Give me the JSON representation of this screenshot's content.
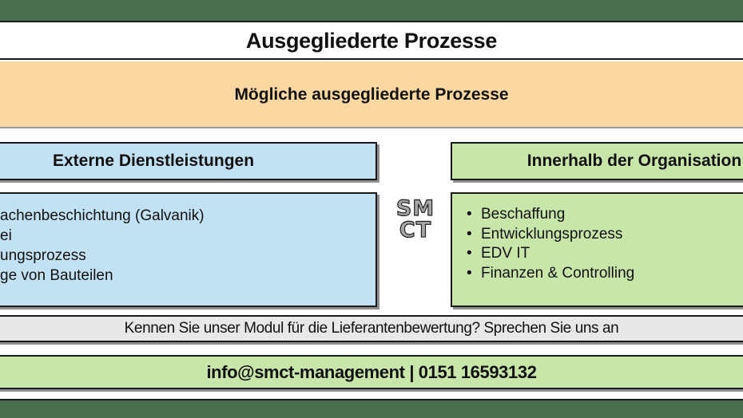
{
  "page": {
    "title": "Ausgegliederte Prozesse",
    "banner": "Mögliche ausgegliederte Prozesse",
    "left_section": {
      "header": "Externe Dienstleistungen",
      "items": [
        "achenbeschichtung (Galvanik)",
        "ei",
        "ungsprozess",
        "ge von Bauteilen"
      ]
    },
    "right_section": {
      "header": "Innerhalb der Organisation",
      "bullet": "•",
      "items": [
        "Beschaffung",
        "Entwicklungsprozess",
        "EDV IT",
        "Finanzen & Controlling"
      ]
    },
    "logo": {
      "line1": "SM",
      "line2": "CT"
    },
    "cta": "Kennen Sie unser Modul für die Lieferantenbewertung? Sprechen Sie uns an",
    "contact": "info@smct-management | 0151 16593132",
    "colors": {
      "dark_green": "#4A7050",
      "orange": "#FBD7A1",
      "light_blue": "#C2E2F4",
      "light_green": "#C8E6AA",
      "gray_bar": "#E8E8E8",
      "border": "#1a1a1a",
      "shadow": "#909090"
    }
  }
}
